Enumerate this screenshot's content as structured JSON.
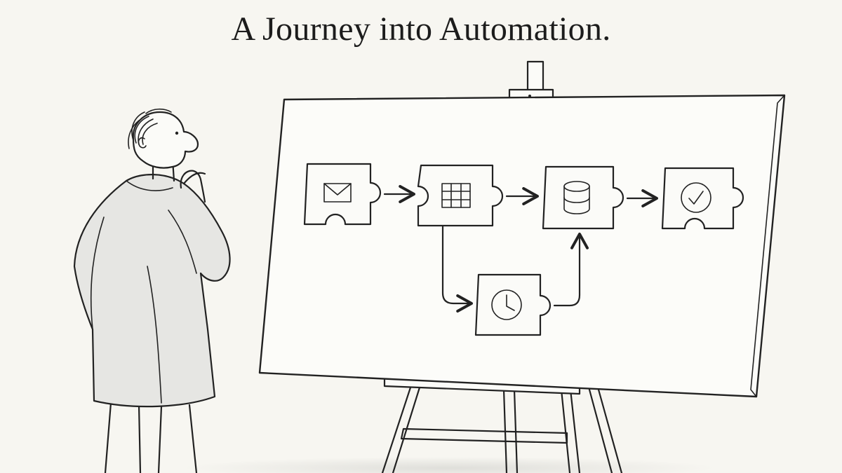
{
  "caption": "A Journey into Automation.",
  "colors": {
    "paper": "#f7f6f1",
    "ink": "#222222",
    "coat_wash": "#e6e6e3",
    "board": "#fcfcf9"
  },
  "workflow": {
    "nodes": [
      {
        "id": "email",
        "icon": "envelope-icon"
      },
      {
        "id": "sheet",
        "icon": "spreadsheet-grid-icon"
      },
      {
        "id": "database",
        "icon": "database-icon"
      },
      {
        "id": "done",
        "icon": "checkmark-circle-icon"
      },
      {
        "id": "schedule",
        "icon": "clock-icon"
      }
    ],
    "edges": [
      {
        "from": "email",
        "to": "sheet"
      },
      {
        "from": "sheet",
        "to": "database"
      },
      {
        "from": "database",
        "to": "done"
      },
      {
        "from": "sheet",
        "to": "schedule"
      },
      {
        "from": "schedule",
        "to": "database"
      }
    ]
  }
}
